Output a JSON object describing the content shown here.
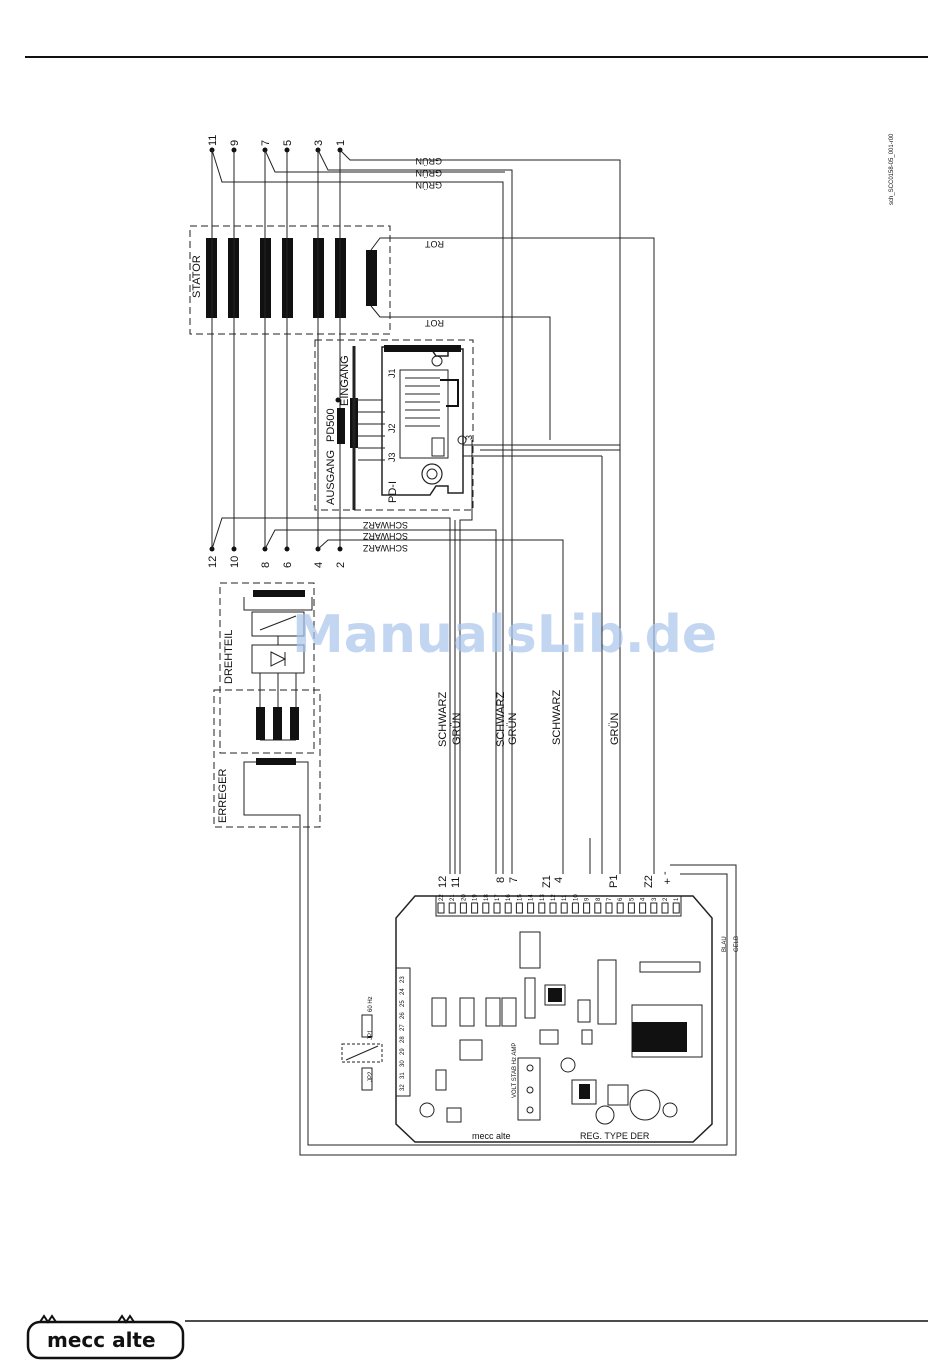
{
  "doc_ref": "sch_SCC0158-05_001-r00",
  "watermark": "ManualsLib.de",
  "logo_text": "mecc alte",
  "stator": {
    "label": "STATOR",
    "top_terminals": [
      "11",
      "9",
      "7",
      "5",
      "3",
      "1"
    ],
    "bottom_terminals": [
      "12",
      "10",
      "8",
      "6",
      "4",
      "2"
    ]
  },
  "pd500": {
    "label": "PD500",
    "eingang": "EINGANG",
    "ausgang": "AUSGANG",
    "pdi": "PD-I",
    "j1": "J1",
    "j2": "J2",
    "j3": "J3",
    "pin3": "3"
  },
  "drehteil": {
    "label": "DREHTEIL"
  },
  "erreger": {
    "label": "ERREGER"
  },
  "wire_labels": {
    "gruen_top": [
      "GRÜN",
      "GRÜN",
      "GRÜN"
    ],
    "rot_top": "ROT",
    "rot_mid": "ROT",
    "schwarz_h": [
      "SCHWARZ",
      "SCHWARZ",
      "SCHWARZ"
    ],
    "v1": [
      "SCHWARZ",
      "GRÜN"
    ],
    "v2": [
      "SCHWARZ",
      "GRÜN"
    ],
    "v3": "SCHWARZ",
    "v4": "GRÜN",
    "blau": "BLAU",
    "gelb": "GELB"
  },
  "regulator": {
    "top_terminals": [
      "12",
      "11",
      "8",
      "7",
      "Z1",
      "4",
      "P1",
      "Z2",
      "-",
      "+"
    ],
    "pin_row": [
      "22",
      "21",
      "20",
      "19",
      "18",
      "17",
      "16",
      "15",
      "14",
      "13",
      "12",
      "11",
      "10",
      "9",
      "8",
      "7",
      "6",
      "5",
      "4",
      "3",
      "2",
      "1"
    ],
    "side_pins": [
      "23",
      "24",
      "25",
      "26",
      "27",
      "28",
      "29",
      "30",
      "31",
      "32"
    ],
    "jp1": "JP1",
    "jp2": "JP2",
    "hz": "60 Hz",
    "pots": "VOLT STAB Hz AMP",
    "brand": "mecc alte",
    "type": "REG. TYPE DER"
  }
}
